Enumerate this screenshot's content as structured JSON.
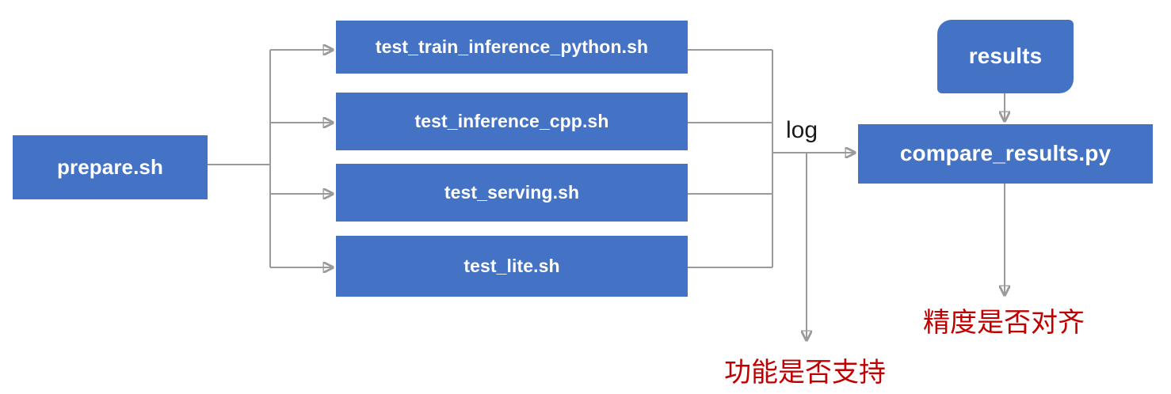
{
  "diagram": {
    "title": "Test pipeline flow",
    "colors": {
      "node_blue": "#4472C4",
      "node_text": "#ffffff",
      "connector_gray": "#9a9a9a",
      "annotation_red": "#C00000",
      "background": "#ffffff"
    },
    "entry": {
      "label": "prepare.sh"
    },
    "scripts": [
      {
        "label": "test_train_inference_python.sh"
      },
      {
        "label": "test_inference_cpp.sh"
      },
      {
        "label": "test_serving.sh"
      },
      {
        "label": "test_lite.sh"
      }
    ],
    "edge_labels": {
      "log": "log"
    },
    "results_node": {
      "label": "results"
    },
    "compare_node": {
      "label": "compare_results.py"
    },
    "annotations": [
      {
        "text": "功能是否支持"
      },
      {
        "text": "精度是否对齐"
      }
    ]
  }
}
